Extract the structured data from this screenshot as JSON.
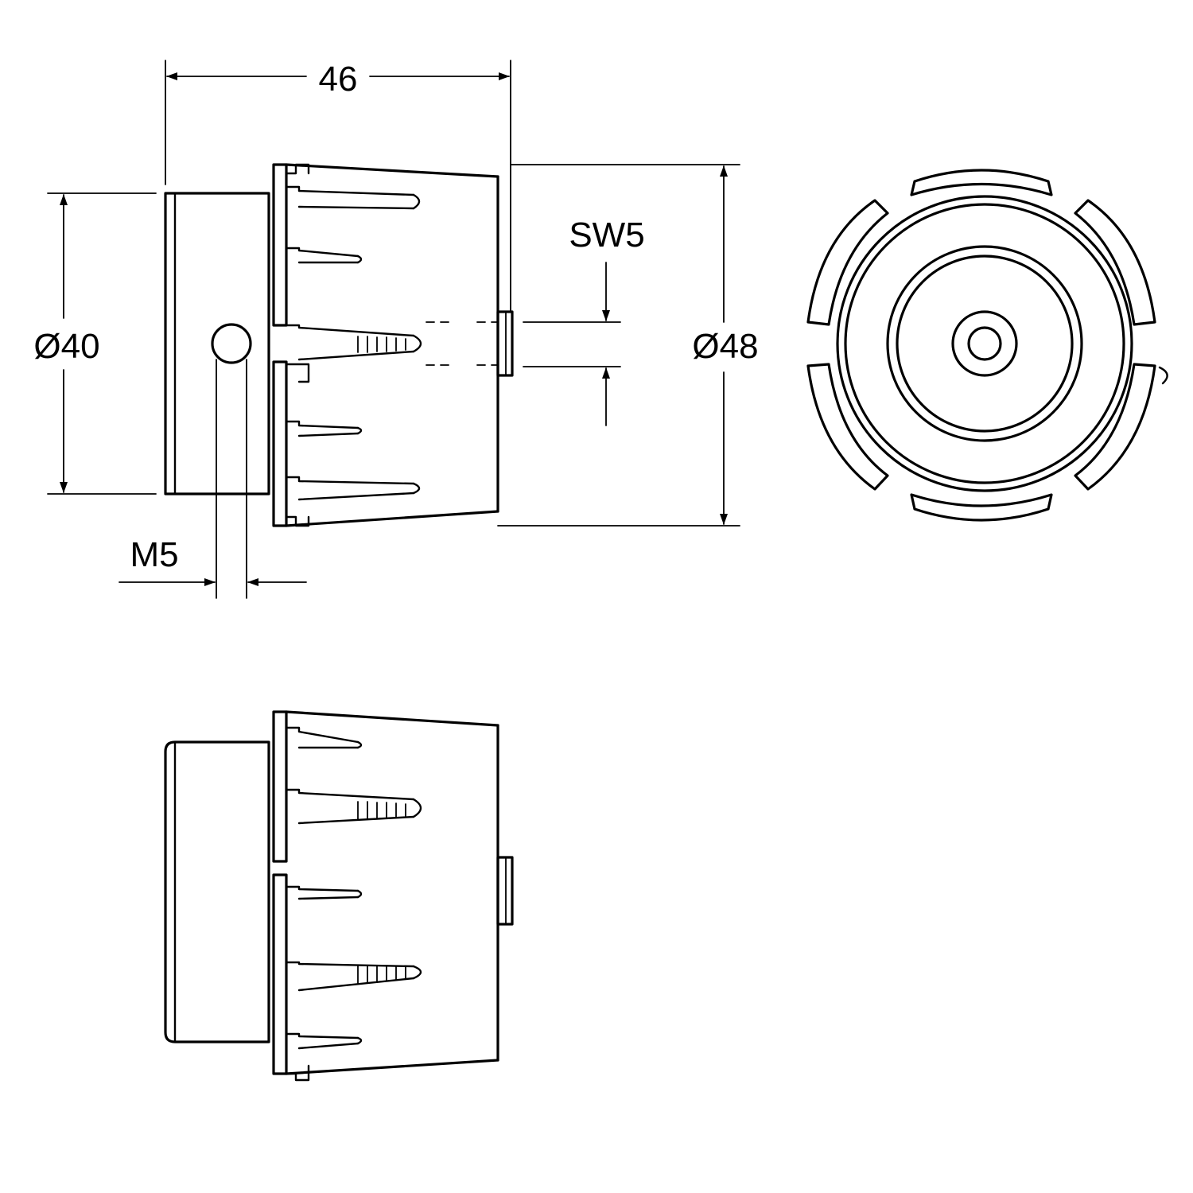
{
  "drawing": {
    "line_color": "#000000",
    "background": "#ffffff"
  },
  "dimensions": {
    "length": "46",
    "outer_diameter": "Ø48",
    "cap_diameter": "Ø40",
    "wrench_size": "SW5",
    "thread": "M5"
  },
  "views": {
    "side_view": "side-view",
    "end_view": "end-view",
    "rotated_side_view": "rotated-side-view"
  }
}
